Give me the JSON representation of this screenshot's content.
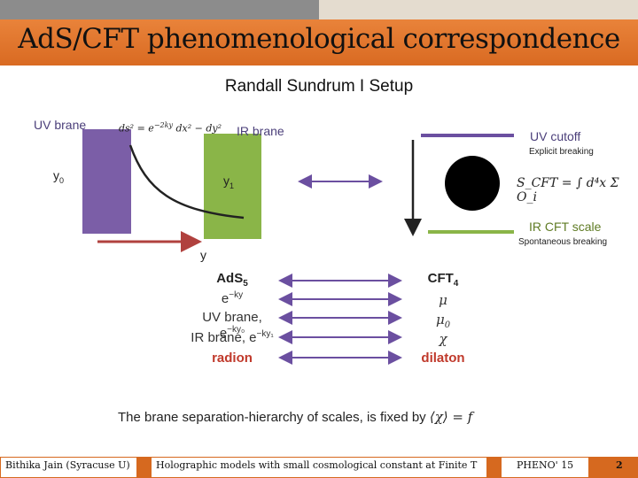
{
  "slide": {
    "title": "AdS/CFT phenomenological correspondence",
    "subtitle": "Randall Sundrum I Setup"
  },
  "diagram": {
    "uv_brane_label": "UV brane",
    "ir_brane_label": "IR brane",
    "metric": "ds² = e^{−2ky} dx² − dy²",
    "metric_prefix": "ds² = e",
    "metric_exp": "−2ky",
    "metric_suffix": "dx² − dy²",
    "y0": "y",
    "y0_sub": "0",
    "y1": "y",
    "y1_sub": "1",
    "y_axis": "y",
    "uv_cutoff_label": "UV cutoff",
    "explicit_breaking": "Explicit breaking",
    "ir_cft_label": "IR CFT scale",
    "spontaneous_breaking": "Spontaneous breaking",
    "s_cft_formula": "S_CFT = ∫ d⁴x Σ O_i",
    "colors": {
      "uv": "#7b5ea7",
      "ir": "#8ab548",
      "arrow_red": "#b0413e",
      "arrow_purple": "#6b4fa0"
    }
  },
  "correspondence": {
    "ads_title": "AdS",
    "ads_sub": "5",
    "cft_title": "CFT",
    "cft_sub": "4",
    "rows": [
      {
        "ads": "e^{−ky}",
        "cft": "μ"
      },
      {
        "ads": "UV brane, e^{−ky₀}",
        "cft": "μ₀"
      },
      {
        "ads": "IR brane, e^{−ky₁}",
        "cft": "χ"
      }
    ],
    "ads_row0": "e",
    "ads_row0_exp": "−ky",
    "ads_row1_label": "UV brane,",
    "ads_row1": "e",
    "ads_row1_exp": "−ky₀",
    "ads_row2_label": "IR brane,",
    "ads_row2": "e",
    "ads_row2_exp": "−ky₁",
    "cft_row0": "μ",
    "cft_row1": "μ",
    "cft_row1_sub": "0",
    "cft_row2": "χ",
    "radion": "radion",
    "dilaton": "dilaton"
  },
  "statement": {
    "text": "The brane separation-hierarchy of scales, is fixed by",
    "formula": "⟨χ⟩ = f"
  },
  "footer": {
    "author": "Bithika Jain (Syracuse U)",
    "talk": "Holographic models with small cosmological constant at Finite T",
    "conference": "PHENO' 15",
    "page": "2"
  }
}
